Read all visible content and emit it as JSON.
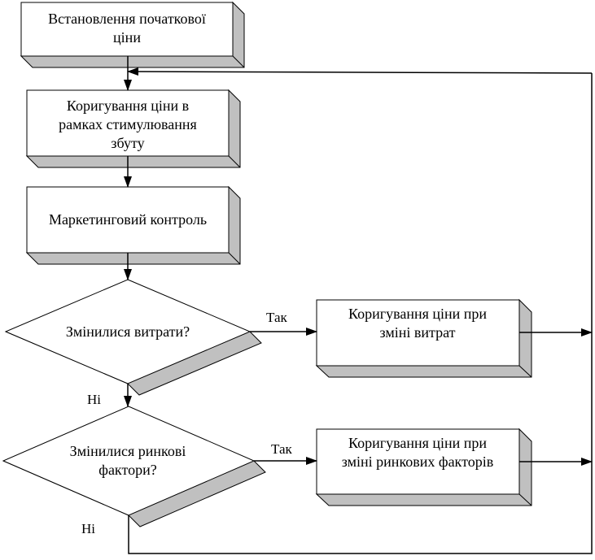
{
  "nodes": {
    "start": {
      "lines": [
        "Встановлення початкової",
        "ціни"
      ]
    },
    "promo": {
      "lines": [
        "Коригування ціни в",
        "рамках стимулювання",
        "збуту"
      ]
    },
    "control": {
      "lines": [
        "Маркетинговий контроль"
      ]
    },
    "cost_decision": {
      "lines": [
        "Змінилися витрати?"
      ]
    },
    "cost_adjust": {
      "lines": [
        "Коригування ціни при",
        "зміні витрат"
      ]
    },
    "market_decision": {
      "lines": [
        "Змінилися ринкові",
        "фактори?"
      ]
    },
    "market_adjust": {
      "lines": [
        "Коригування ціни при",
        "зміні ринкових факторів"
      ]
    }
  },
  "edge_labels": {
    "cost_yes": "Так",
    "cost_no": "Ні",
    "market_yes": "Так",
    "market_no": "Ні"
  },
  "colors": {
    "stroke": "#000000",
    "box_fill": "#ffffff",
    "shadow_fill": "#c0c0c0"
  }
}
